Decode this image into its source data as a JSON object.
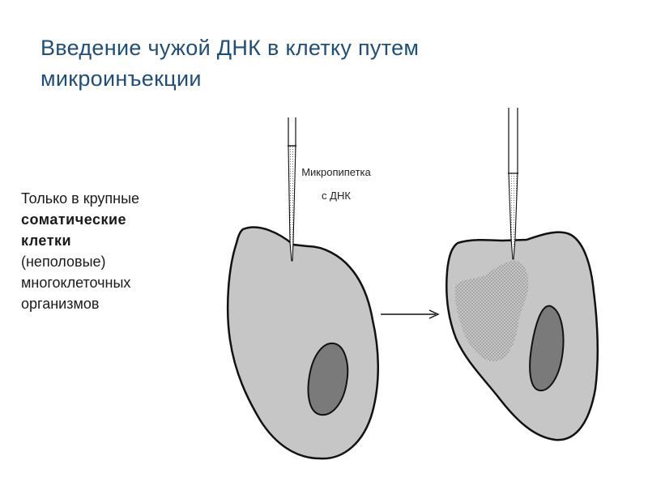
{
  "slide": {
    "title_line1": "Введение чужой ДНК в клетку путем",
    "title_line2": "микроинъекции"
  },
  "body": {
    "line1": "Только в крупные",
    "line2": "соматические",
    "line3": "клетки",
    "line4": "(неполовые)",
    "line5": "многоклеточных",
    "line6": "организмов"
  },
  "diagram": {
    "pipette_label_line1": "Микропипетка",
    "pipette_label_line2": "с ДНК",
    "colors": {
      "cytoplasm": "#c6c6c6",
      "nucleus": "#7a7a7a",
      "outline": "#111111",
      "dna_stipple": "#9a9a9a",
      "title": "#1f4e79"
    }
  }
}
